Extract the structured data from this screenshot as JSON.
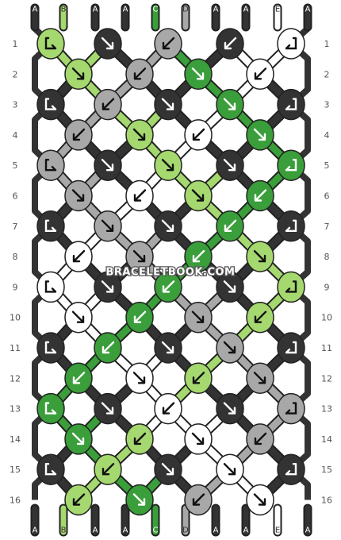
{
  "colors": {
    "A": "#333333",
    "B": "#a5d86f",
    "C": "#3a9e3a",
    "D": "#a8a8a8",
    "E": "#ffffff"
  },
  "strings_top": [
    "A",
    "B",
    "A",
    "A",
    "C",
    "D",
    "A",
    "A",
    "E",
    "A"
  ],
  "strings_bottom": [
    "A",
    "B",
    "A",
    "A",
    "C",
    "D",
    "A",
    "A",
    "E",
    "A"
  ],
  "row_labels": [
    "1",
    "2",
    "3",
    "4",
    "5",
    "6",
    "7",
    "8",
    "9",
    "10",
    "11",
    "12",
    "13",
    "14",
    "15",
    "16"
  ],
  "watermark": "BRACELETBOOK.COM",
  "knots": [
    [
      {
        "c": "B",
        "d": "rev-r"
      },
      {
        "c": "A",
        "d": "fwd-r"
      },
      {
        "c": "D",
        "d": "fwd-l"
      },
      {
        "c": "A",
        "d": "fwd-l"
      },
      {
        "c": "E",
        "d": "rev-l"
      }
    ],
    [
      {
        "c": "B",
        "d": "fwd-r"
      },
      {
        "c": "D",
        "d": "fwd-l"
      },
      {
        "c": "C",
        "d": "fwd-r"
      },
      {
        "c": "E",
        "d": "fwd-l"
      }
    ],
    [
      {
        "c": "A",
        "d": "rev-r"
      },
      {
        "c": "D",
        "d": "fwd-l"
      },
      {
        "c": "A",
        "d": "fwd-r"
      },
      {
        "c": "C",
        "d": "fwd-r"
      },
      {
        "c": "A",
        "d": "rev-l"
      }
    ],
    [
      {
        "c": "D",
        "d": "fwd-l"
      },
      {
        "c": "B",
        "d": "fwd-r"
      },
      {
        "c": "E",
        "d": "fwd-l"
      },
      {
        "c": "C",
        "d": "fwd-r"
      }
    ],
    [
      {
        "c": "D",
        "d": "rev-r"
      },
      {
        "c": "A",
        "d": "fwd-r"
      },
      {
        "c": "B",
        "d": "fwd-r"
      },
      {
        "c": "A",
        "d": "fwd-r"
      },
      {
        "c": "C",
        "d": "rev-l"
      }
    ],
    [
      {
        "c": "D",
        "d": "fwd-r"
      },
      {
        "c": "E",
        "d": "fwd-l"
      },
      {
        "c": "B",
        "d": "fwd-r"
      },
      {
        "c": "C",
        "d": "fwd-l"
      }
    ],
    [
      {
        "c": "A",
        "d": "rev-r"
      },
      {
        "c": "D",
        "d": "fwd-r"
      },
      {
        "c": "A",
        "d": "fwd-r"
      },
      {
        "c": "C",
        "d": "fwd-l"
      },
      {
        "c": "A",
        "d": "rev-l"
      }
    ],
    [
      {
        "c": "E",
        "d": "fwd-l"
      },
      {
        "c": "D",
        "d": "fwd-r"
      },
      {
        "c": "C",
        "d": "fwd-l"
      },
      {
        "c": "B",
        "d": "fwd-r"
      }
    ],
    [
      {
        "c": "E",
        "d": "rev-r"
      },
      {
        "c": "A",
        "d": "fwd-r"
      },
      {
        "c": "C",
        "d": "fwd-l"
      },
      {
        "c": "A",
        "d": "fwd-r"
      },
      {
        "c": "B",
        "d": "rev-l"
      }
    ],
    [
      {
        "c": "E",
        "d": "fwd-r"
      },
      {
        "c": "C",
        "d": "fwd-l"
      },
      {
        "c": "D",
        "d": "fwd-r"
      },
      {
        "c": "B",
        "d": "fwd-l"
      }
    ],
    [
      {
        "c": "A",
        "d": "rev-r"
      },
      {
        "c": "C",
        "d": "fwd-l"
      },
      {
        "c": "A",
        "d": "fwd-r"
      },
      {
        "c": "D",
        "d": "fwd-r"
      },
      {
        "c": "A",
        "d": "rev-l"
      }
    ],
    [
      {
        "c": "C",
        "d": "fwd-l"
      },
      {
        "c": "E",
        "d": "fwd-r"
      },
      {
        "c": "B",
        "d": "fwd-l"
      },
      {
        "c": "D",
        "d": "fwd-r"
      }
    ],
    [
      {
        "c": "C",
        "d": "rev-r"
      },
      {
        "c": "A",
        "d": "fwd-r"
      },
      {
        "c": "E",
        "d": "fwd-l"
      },
      {
        "c": "A",
        "d": "fwd-r"
      },
      {
        "c": "D",
        "d": "rev-l"
      }
    ],
    [
      {
        "c": "C",
        "d": "fwd-r"
      },
      {
        "c": "B",
        "d": "fwd-l"
      },
      {
        "c": "E",
        "d": "fwd-r"
      },
      {
        "c": "D",
        "d": "fwd-l"
      }
    ],
    [
      {
        "c": "A",
        "d": "rev-r"
      },
      {
        "c": "B",
        "d": "fwd-l"
      },
      {
        "c": "A",
        "d": "fwd-r"
      },
      {
        "c": "E",
        "d": "fwd-r"
      },
      {
        "c": "A",
        "d": "rev-l"
      }
    ],
    [
      {
        "c": "B",
        "d": "fwd-l"
      },
      {
        "c": "C",
        "d": "fwd-r"
      },
      {
        "c": "D",
        "d": "fwd-l"
      },
      {
        "c": "E",
        "d": "fwd-r"
      }
    ]
  ]
}
